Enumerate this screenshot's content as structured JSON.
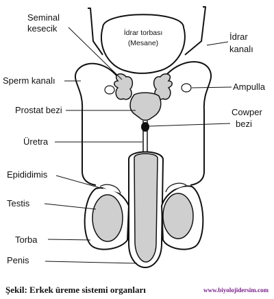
{
  "bladder": {
    "line1": "İdrar torbası",
    "line2": "(Mesane)"
  },
  "labels": {
    "seminal_1": "Seminal",
    "seminal_2": "kesecik",
    "ureter_1": "İdrar",
    "ureter_2": "kanalı",
    "sperm_duct": "Sperm kanalı",
    "ampulla": "Ampulla",
    "prostate": "Prostat bezi",
    "cowper_1": "Cowper",
    "cowper_2": "bezi",
    "urethra": "Üretra",
    "epididymis": "Epididimis",
    "testis": "Testis",
    "scrotum": "Torba",
    "penis": "Penis"
  },
  "caption": "Şekil: Erkek üreme sistemi organları",
  "website": "www.biyolojidersim.com"
}
